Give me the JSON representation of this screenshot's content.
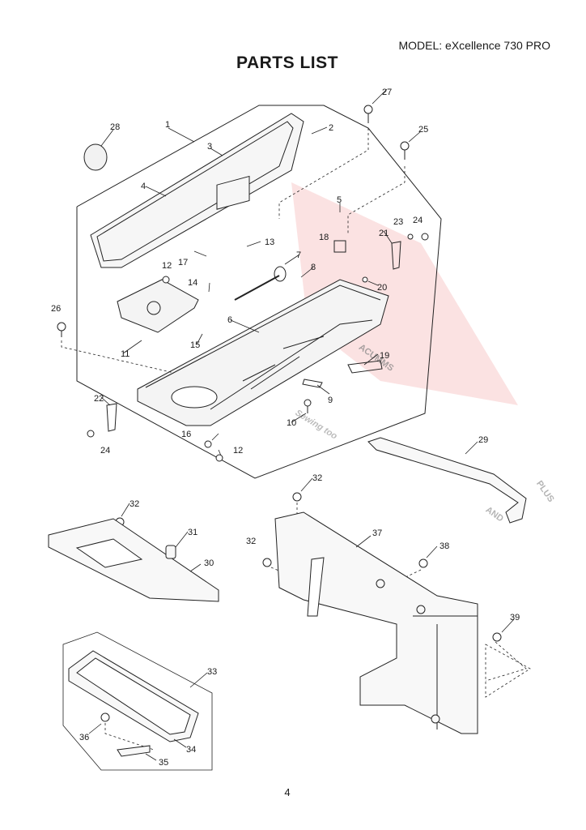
{
  "header": {
    "model": "MODEL: eXcellence 730 PRO",
    "title": "PARTS LIST"
  },
  "footer": {
    "page_number": "4"
  },
  "watermark": {
    "text_1": "ACUMMS",
    "text_2": "Sewing too",
    "text_3": "AND",
    "text_4": "PLUS",
    "color": "#e23a3a",
    "color_2": "#3b4fb5"
  },
  "callouts": [
    "1",
    "2",
    "3",
    "4",
    "5",
    "6",
    "7",
    "8",
    "9",
    "10",
    "11",
    "12",
    "12",
    "13",
    "14",
    "15",
    "16",
    "17",
    "18",
    "19",
    "20",
    "21",
    "22",
    "23",
    "24",
    "24",
    "25",
    "26",
    "27",
    "28",
    "29",
    "30",
    "31",
    "32",
    "32",
    "32",
    "32",
    "33",
    "34",
    "35",
    "36",
    "37",
    "38",
    "39"
  ]
}
